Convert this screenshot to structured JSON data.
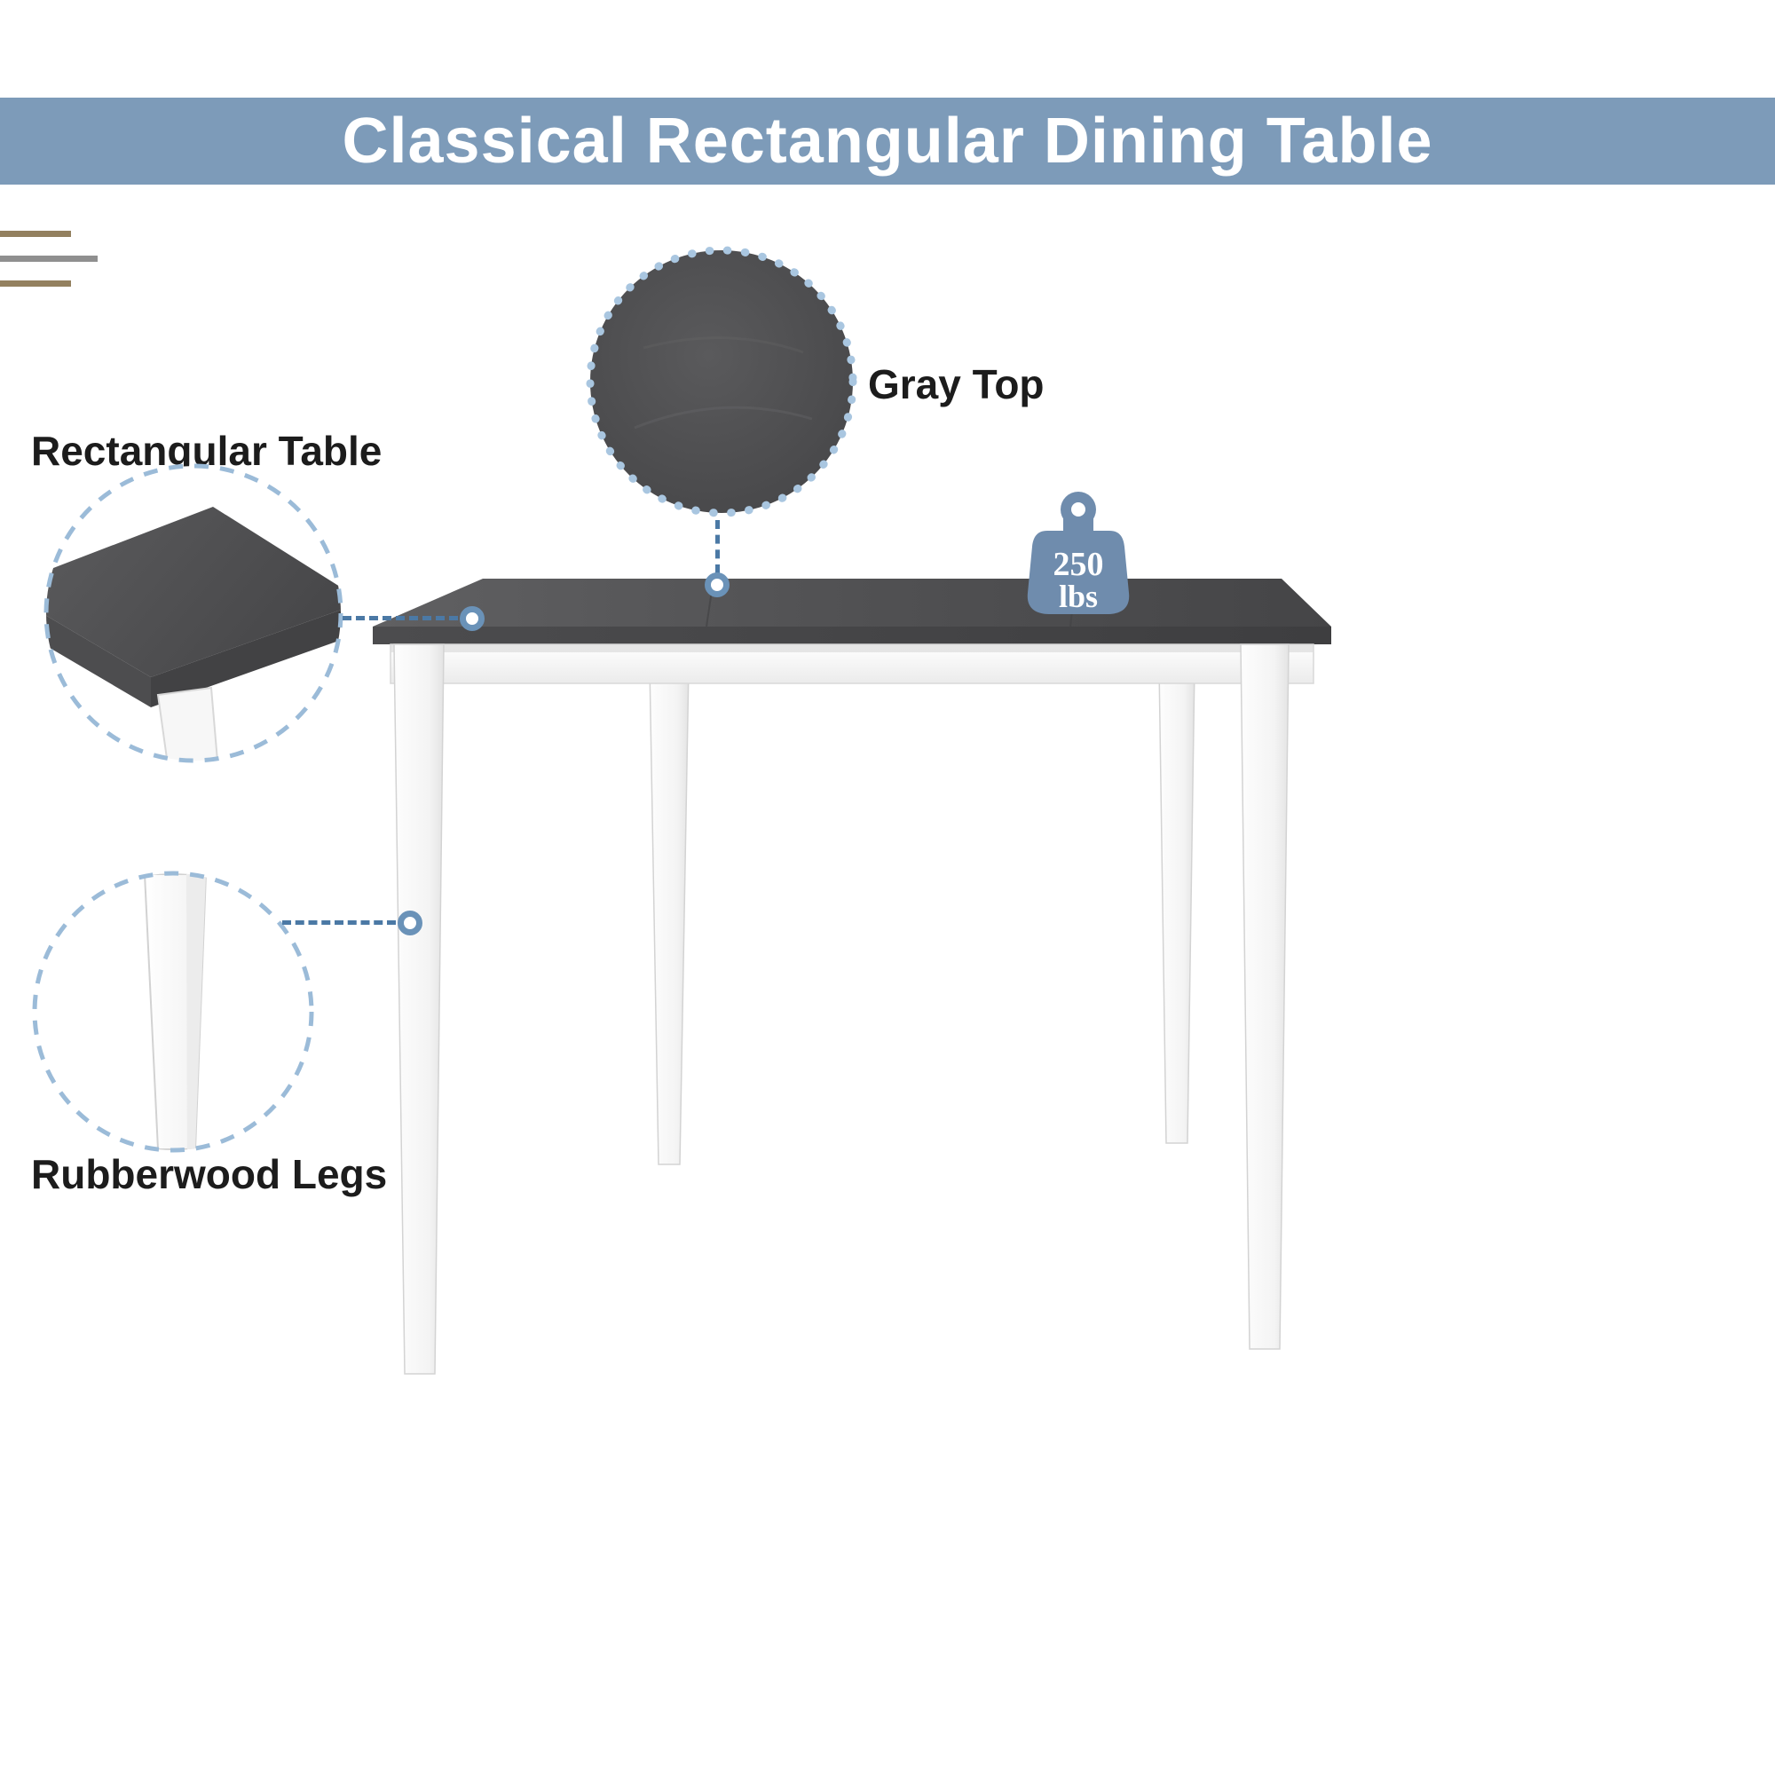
{
  "banner": {
    "title": "Classical Rectangular Dining Table"
  },
  "labels": {
    "gray_top": "Gray Top",
    "rectangular_table": "Rectangular Table",
    "rubberwood_legs": "Rubberwood Legs"
  },
  "weight_badge": {
    "value": "250",
    "unit": "lbs"
  },
  "colors": {
    "banner_bg": "#7d9bb9",
    "callout_dash_blue": "#9bbbd8",
    "connector_blue": "#4b79a5",
    "marker_blue": "#6a92b8",
    "tabletop_gray": "#4e4e50",
    "weight_icon_blue": "#6f8cad",
    "table_body_white": "#ffffff",
    "banner_text": "#ffffff",
    "label_text": "#1c1c1c"
  }
}
